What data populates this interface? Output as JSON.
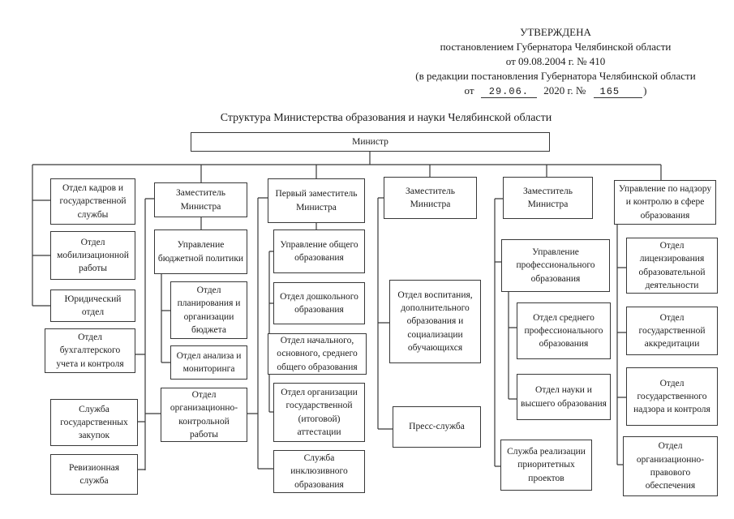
{
  "approval_block": {
    "line1": "УТВЕРЖДЕНА",
    "line2": "постановлением Губернатора Челябинской области",
    "line3": "от 09.08.2004 г. № 410",
    "line4": "(в редакции постановления Губернатора Челябинской области",
    "line5": {
      "prefix": "от",
      "date": "29.06.",
      "middle": "2020 г. №",
      "number": "165",
      "suffix": ")"
    }
  },
  "title": "Структура Министерства образования и науки Челябинской области",
  "org": {
    "minister": "Министр",
    "columns": [
      {
        "items": [
          "Отдел кадров и государственной службы",
          "Отдел мобилизационной работы",
          "Юридический отдел",
          "Отдел бухгалтерского учета и контроля",
          "Служба государственных закупок",
          "Ревизионная служба"
        ]
      },
      {
        "head": "Заместитель Министра",
        "items": [
          "Управление бюджетной политики",
          "Отдел планирования и организации бюджета",
          "Отдел анализа и мониторинга",
          "Отдел организационно-контрольной работы"
        ]
      },
      {
        "head": "Первый заместитель Министра",
        "items": [
          "Управление общего образования",
          "Отдел дошкольного образования",
          "Отдел начального, основного, среднего общего образования",
          "Отдел организации государственной (итоговой) аттестации",
          "Служба инклюзивного образования"
        ]
      },
      {
        "head": "Заместитель Министра",
        "items": [
          "Отдел воспитания, дополнительного образования и социализации обучающихся",
          "Пресс-служба"
        ]
      },
      {
        "head": "Заместитель Министра",
        "items": [
          "Управление профессионального образования",
          "Отдел среднего профессионального образования",
          "Отдел науки и высшего образования",
          "Служба реализации приоритетных проектов"
        ]
      },
      {
        "head": "Управление по надзору и контролю в сфере образования",
        "items": [
          "Отдел лицензирования образовательной деятельности",
          "Отдел государственной аккредитации",
          "Отдел государственного надзора и контроля",
          "Отдел организационно-правового обеспечения"
        ]
      }
    ]
  },
  "colors": {
    "ink": "#333333",
    "paper": "#ffffff"
  }
}
